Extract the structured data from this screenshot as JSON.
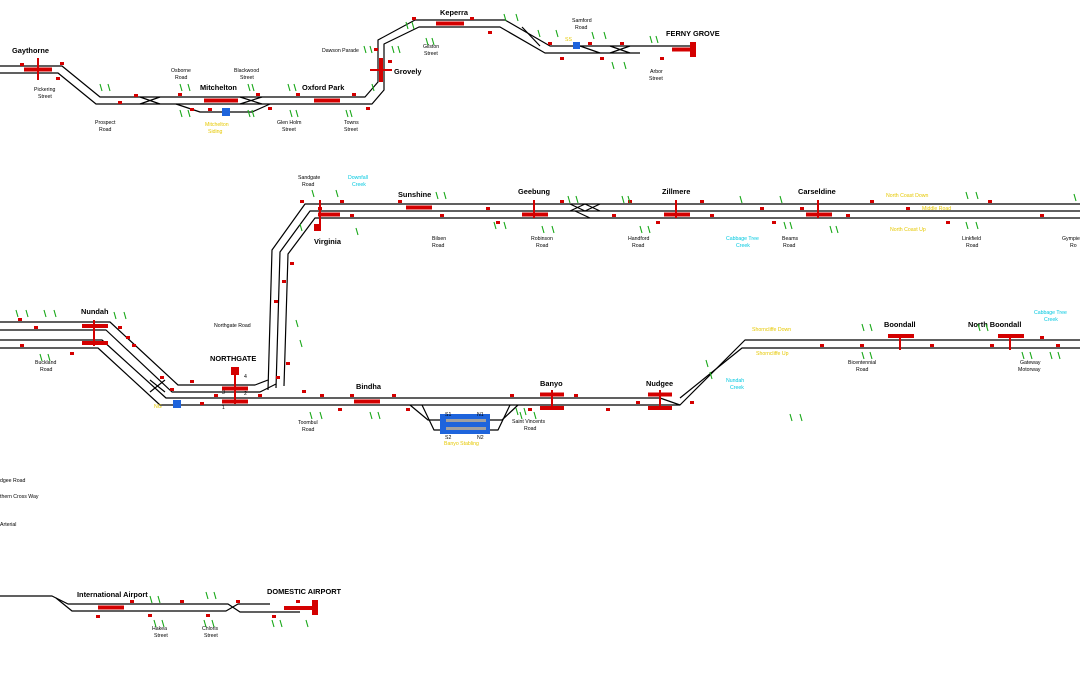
{
  "colors": {
    "track": "#000000",
    "platform": "#d40000",
    "signal_green": "#18a818",
    "label_yellow": "#e6c800",
    "label_cyan": "#00c8e0",
    "siding_blue": "#1e64dc"
  },
  "stations": {
    "gaythorne": "Gaythorne",
    "mitchelton": "Mitchelton",
    "oxford_park": "Oxford Park",
    "grovely": "Grovely",
    "keperra": "Keperra",
    "ferny_grove": "FERNY GROVE",
    "sunshine": "Sunshine",
    "geebung": "Geebung",
    "zillmere": "Zillmere",
    "carseldine": "Carseldine",
    "virginia": "Virginia",
    "nundah": "Nundah",
    "northgate": "NORTHGATE",
    "bindha": "Bindha",
    "banyo": "Banyo",
    "nudgee": "Nudgee",
    "boondall": "Boondall",
    "north_boondall": "North Boondall",
    "international_airport": "International Airport",
    "domestic_airport": "DOMESTIC AIRPORT"
  },
  "roads": {
    "pickering": [
      "Pickering",
      "Street"
    ],
    "prospect": [
      "Prospect",
      "Road"
    ],
    "osborne": [
      "Osborne",
      "Road"
    ],
    "blackwood": [
      "Blackwood",
      "Street"
    ],
    "glen_holm": [
      "Glen Holm",
      "Street"
    ],
    "towns": [
      "Towns",
      "Street"
    ],
    "dawson": [
      "Dawson Parade"
    ],
    "gilston": [
      "Gilston",
      "Street"
    ],
    "samford": [
      "Samford",
      "Road"
    ],
    "arbor": [
      "Arbor",
      "Street"
    ],
    "sandgate": [
      "Sandgate",
      "Road"
    ],
    "bilsen": [
      "Bilsen",
      "Road"
    ],
    "robinson": [
      "Robinson",
      "Road"
    ],
    "handford": [
      "Handford",
      "Road"
    ],
    "beams": [
      "Beams",
      "Road"
    ],
    "linkfield": [
      "Linkfield",
      "Road"
    ],
    "gympie": [
      "Gympie",
      "Ro"
    ],
    "northgate_road": [
      "Northgate Road"
    ],
    "buckland": [
      "Buckland",
      "Road"
    ],
    "toombul": [
      "Toombul",
      "Road"
    ],
    "st_vincents": [
      "Saint Vincents",
      "Road"
    ],
    "bicentennial": [
      "Bicentennial",
      "Road"
    ],
    "gateway": [
      "Gateway",
      "Motorway"
    ],
    "hakea": [
      "Hakea",
      "Street"
    ],
    "chloris": [
      "Chloris",
      "Street"
    ],
    "nudgee_road": [
      "dgee Road"
    ],
    "southern_cross": [
      "thern Cross Way"
    ],
    "arterial": [
      "Arterial"
    ]
  },
  "yellow_labels": {
    "mitchelton_siding": [
      "Mitchelton",
      "Siding"
    ],
    "north_coast_down": "North Coast Down",
    "middle_road": "Middle Road",
    "north_coast_up": "North Coast Up",
    "shorncliffe_down": "Shorncliffe Down",
    "shorncliffe_up": "Shorncliffe Up",
    "banyo_stabling": "Banyo Stabling",
    "ng_label": "NG",
    "samford_tag": "SS"
  },
  "cyan_labels": {
    "downfall_creek": [
      "Downfall",
      "Creek"
    ],
    "cabbage_tree_creek": [
      "Cabbage Tree",
      "Creek"
    ],
    "cabbage_tree_creek_2": [
      "Cabbage Tree",
      "Creek"
    ],
    "nundah_creek": [
      "Nundah",
      "Creek"
    ]
  },
  "stabling_roads": {
    "s1": "S1",
    "n1": "N1",
    "s2": "S2",
    "n2": "N2"
  },
  "northgate_platforms": {
    "p1": "1",
    "p2": "2",
    "p3": "3",
    "p4": "4"
  }
}
